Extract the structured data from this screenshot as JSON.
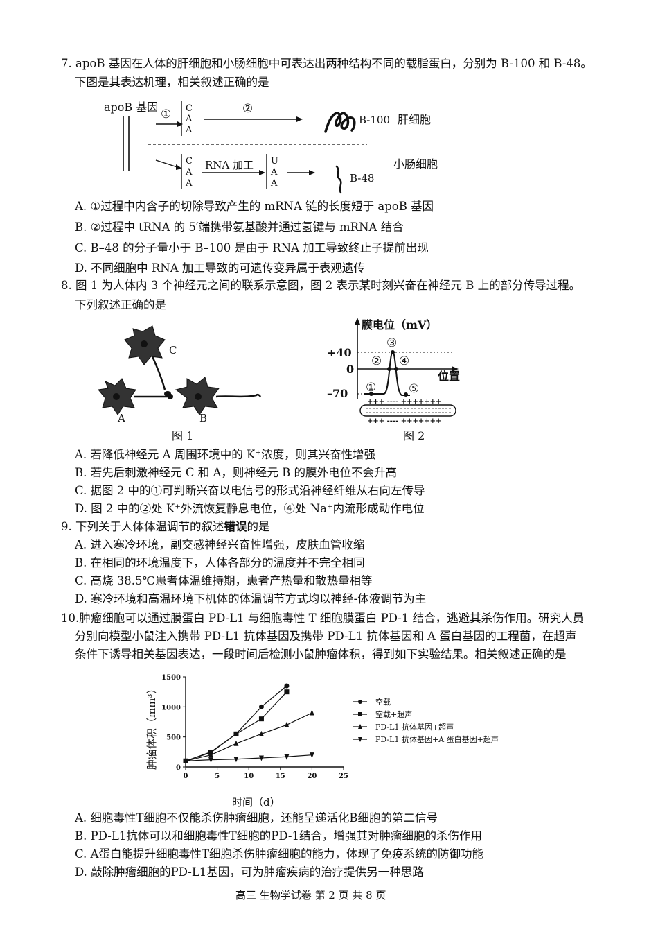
{
  "q7": {
    "stem_line1": "7. apoB 基因在人体的肝细胞和小肠细胞中可表达出两种结构不同的载脂蛋白，分别为 B-100 和 B-48。",
    "stem_line2": "下图是其表达机理，相关叙述正确的是",
    "diagram": {
      "gene_label": "apoB 基因",
      "step1": "①",
      "step2": "②",
      "codon_top": [
        "C",
        "A",
        "A"
      ],
      "codon_bottom": [
        "C",
        "A",
        "A"
      ],
      "codon_edited": [
        "U",
        "A",
        "A"
      ],
      "rna_processing": "RNA 加工",
      "b100": "B-100",
      "liver": "肝细胞",
      "b48": "B-48",
      "intestine": "小肠细胞"
    },
    "options": [
      "A. ①过程中内含子的切除导致产生的 mRNA 链的长度短于 apoB 基因",
      "B. ②过程中 tRNA 的 5′端携带氨基酸并通过氢键与 mRNA 结合",
      "C.  B–48 的分子量小于 B–100 是由于 RNA 加工导致终止子提前出现",
      "D. 不同细胞中 RNA 加工导致的可遗传变异属于表观遗传"
    ]
  },
  "q8": {
    "stem_line1": "8. 图 1 为人体内 3 个神经元之间的联系示意图，图 2 表示某时刻兴奋在神经元 B 上的部分传导过程。",
    "stem_line2": "下列叙述正确的是",
    "fig1": {
      "neuron_a": "A",
      "neuron_b": "B",
      "neuron_c": "C",
      "caption": "图 1"
    },
    "fig2": {
      "ylabel": "膜电位（mV）",
      "xlabel": "位置",
      "ticks": [
        "+40",
        "0",
        "–70"
      ],
      "points": [
        "①",
        "②",
        "③",
        "④",
        "⑤"
      ],
      "charges_top": "+++  ----  +++++++",
      "charges_bottom": "+++  ----  +++++++",
      "caption": "图 2"
    },
    "options": [
      "A. 若降低神经元 A 周围环境中的 K⁺浓度，则其兴奋性增强",
      "B. 若先后刺激神经元 C 和 A，则神经元 B 的膜外电位不会升高",
      "C. 据图 2 中的①可判断兴奋以电信号的形式沿神经纤维从右向左传导",
      "D. 图 2 中的②处 K⁺外流恢复静息电位，④处 Na⁺内流形成动作电位"
    ]
  },
  "q9": {
    "stem_pre": "9. 下列关于人体体温调节的叙述",
    "stem_bold": "错误",
    "stem_post": "的是",
    "options": [
      "A. 进入寒冷环境，副交感神经兴奋性增强，皮肤血管收缩",
      "B. 在相同的环境温度下，人体各部分的温度并不完全相同",
      "C. 高烧 38.5℃患者体温维持期，患者产热量和散热量相等",
      "D. 寒冷环境和高温环境下机体的体温调节方式均以神经-体液调节为主"
    ]
  },
  "q10": {
    "stem_line1": "10.肿瘤细胞可以通过膜蛋白 PD-L1 与细胞毒性 T 细胞膜蛋白 PD-1 结合，逃避其杀伤作用。研究人员",
    "stem_line2": "分别向模型小鼠注入携带 PD-L1 抗体基因及携带 PD-L1 抗体基因和 A 蛋白基因的工程菌，在超声",
    "stem_line3": "条件下诱导相关基因表达，一段时间后检测小鼠肿瘤体积，得到如下实验结果。相关叙述正确的是",
    "options": [
      "A. 细胞毒性T细胞不仅能杀伤肿瘤细胞，还能呈递活化B细胞的第二信号",
      "B.  PD-L1抗体可以和细胞毒性T细胞的PD-1结合，增强其对肿瘤细胞的杀伤作用",
      "C.  A蛋白能提升细胞毒性T细胞杀伤肿瘤细胞的能力，体现了免疫系统的防御功能",
      "D. 敲除肿瘤细胞的PD-L1基因，可为肿瘤疾病的治疗提供另一种思路"
    ]
  },
  "chart_data": {
    "type": "line",
    "xlabel": "时间（d）",
    "ylabel": "肿瘤体积（mm³）",
    "xlim": [
      0,
      25
    ],
    "ylim": [
      0,
      1500
    ],
    "xticks": [
      0,
      5,
      10,
      15,
      20,
      25
    ],
    "yticks": [
      0,
      500,
      1000,
      1500
    ],
    "legend_position": "right",
    "series": [
      {
        "name": "空载",
        "marker": "circle",
        "x": [
          0,
          4,
          8,
          12,
          16
        ],
        "y": [
          100,
          250,
          550,
          1000,
          1350
        ]
      },
      {
        "name": "空载+超声",
        "marker": "square",
        "x": [
          0,
          4,
          8,
          12,
          16
        ],
        "y": [
          100,
          240,
          550,
          800,
          1250
        ]
      },
      {
        "name": "PD-L1 抗体基因+超声",
        "marker": "triangle-up",
        "x": [
          0,
          4,
          8,
          12,
          16,
          20
        ],
        "y": [
          100,
          200,
          390,
          550,
          700,
          900
        ]
      },
      {
        "name": "PD-L1 抗体基因+A 蛋白基因+超声",
        "marker": "triangle-down",
        "x": [
          0,
          4,
          8,
          12,
          16,
          20
        ],
        "y": [
          100,
          120,
          130,
          150,
          170,
          200
        ]
      }
    ]
  },
  "footer": "高三   生物学试卷   第 2 页 共 8 页"
}
